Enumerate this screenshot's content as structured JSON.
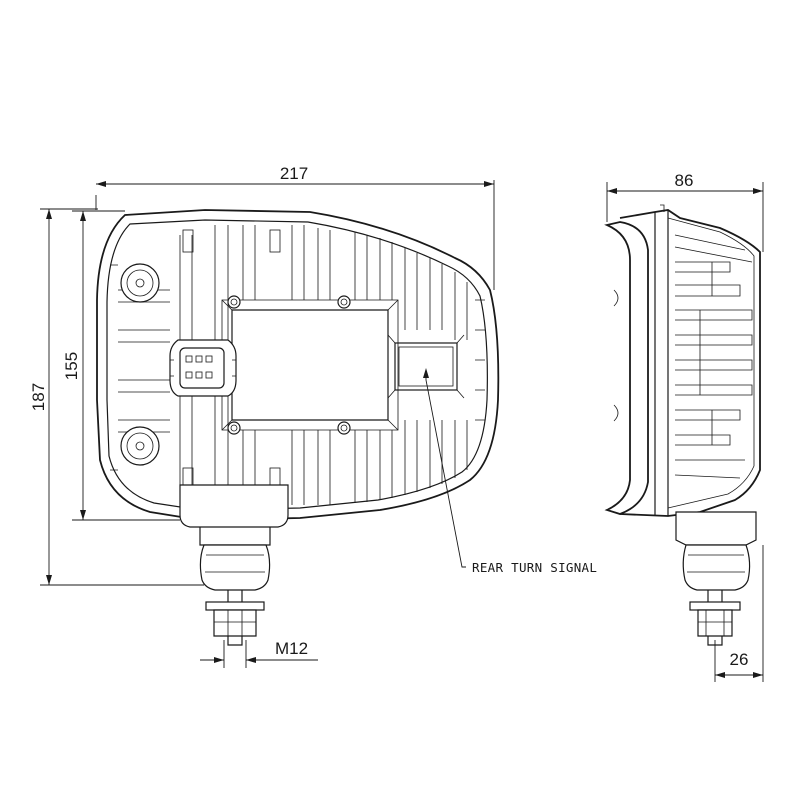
{
  "dimensions": {
    "width_total": "217",
    "height_inner": "155",
    "height_total": "187",
    "bolt_thread": "M12",
    "depth_total": "86",
    "bolt_offset": "26"
  },
  "labels": {
    "rear_turn_signal": "REAR TURN SIGNAL"
  },
  "colors": {
    "line": "#1a1a1a",
    "background": "#ffffff"
  }
}
